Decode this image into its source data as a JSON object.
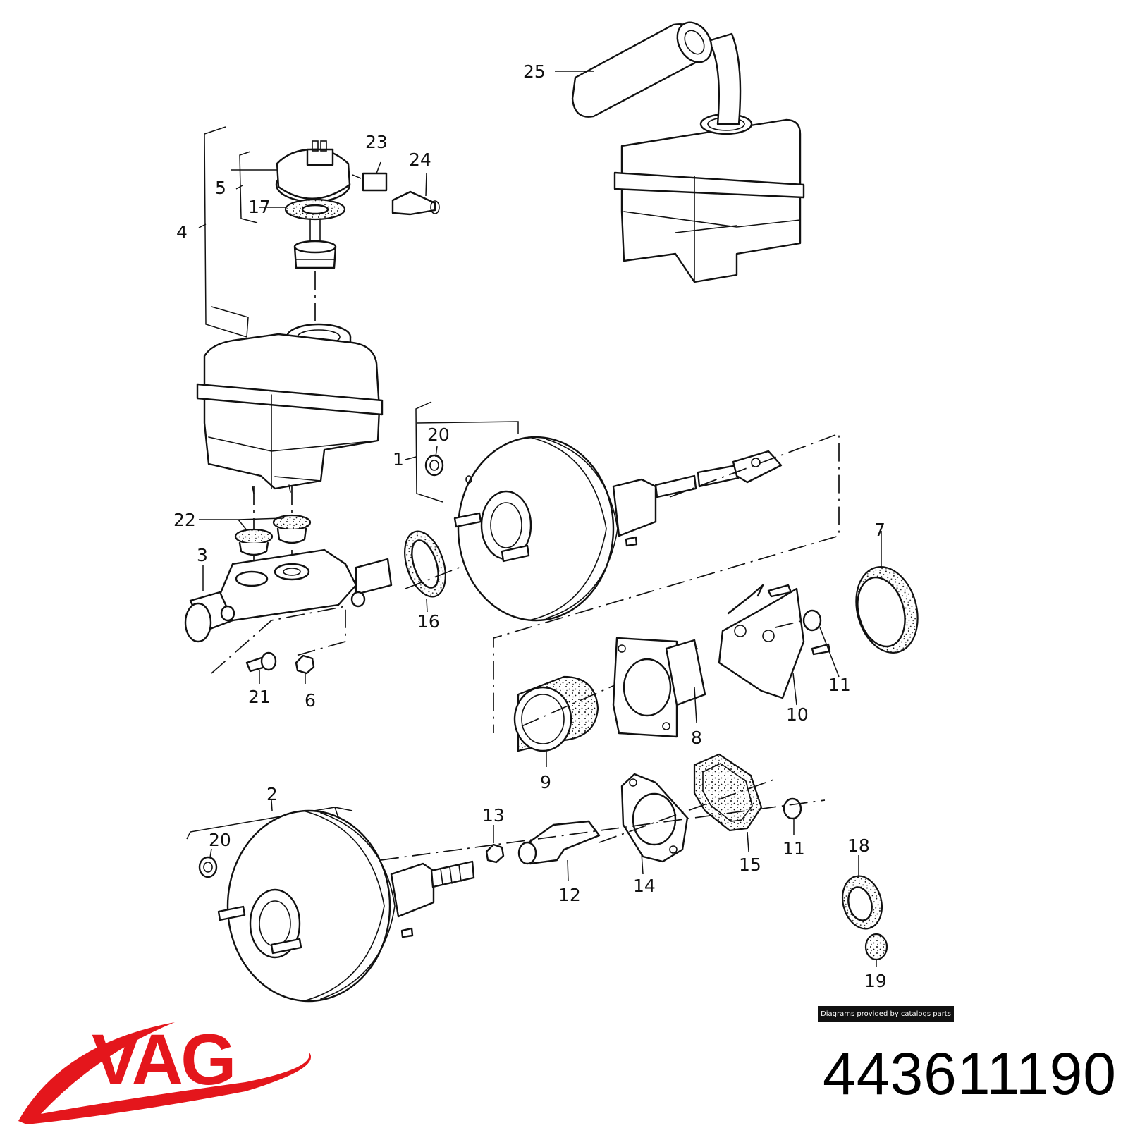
{
  "callouts": {
    "c25": "25",
    "c23": "23",
    "c24": "24",
    "c5": "5",
    "c17": "17",
    "c4": "4",
    "c20a": "20",
    "c1": "1",
    "c22": "22",
    "c3": "3",
    "c16": "16",
    "c7": "7",
    "c11a": "11",
    "c10": "10",
    "c8": "8",
    "c9": "9",
    "c21": "21",
    "c6": "6",
    "c2": "2",
    "c20b": "20",
    "c13": "13",
    "c12": "12",
    "c14": "14",
    "c15": "15",
    "c11b": "11",
    "c18": "18",
    "c19": "19"
  },
  "credit": "Diagrams provided by catalogs parts",
  "brand": {
    "name": "VAG",
    "color": "#e4161c"
  },
  "part_number": "443611190"
}
